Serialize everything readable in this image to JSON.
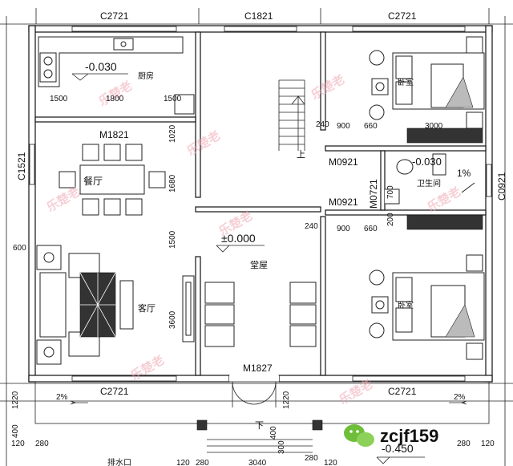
{
  "labels": {
    "win_top_left": "C2721",
    "win_top_mid": "C1821",
    "win_top_right": "C2721",
    "win_bottom_left": "C2721",
    "win_bottom_right": "C2721",
    "win_left": "C1521",
    "win_right": "C0921",
    "win_bath": "M0721",
    "door_dining": "M1821",
    "door_bed1": "M0921",
    "door_bed2": "M0921",
    "door_main": "M1827",
    "elev_kitchen": "-0.030",
    "elev_bath": "-0.030",
    "elev_hall": "±0.000",
    "elev_outside": "-0.450"
  },
  "rooms": {
    "kitchen": "厨房",
    "dining": "餐厅",
    "living": "客厅",
    "hall": "堂屋",
    "bed1": "卧室",
    "bed2": "卧室",
    "bath": "卫生间",
    "stair_up": "上",
    "step_down": "下",
    "drain": "排水口"
  },
  "dims": {
    "k1": "1500",
    "k2": "1800",
    "k3": "1500",
    "v1020": "1020",
    "v1680": "1680",
    "v1500": "1500",
    "v3600": "3600",
    "v600": "600",
    "v1220a": "1220",
    "v1220b": "1220",
    "b240a": "240",
    "b900a": "900",
    "b660a": "660",
    "b3000": "3000",
    "b240b": "240",
    "b900b": "900",
    "b660b": "660",
    "b200": "200",
    "b700": "700",
    "bot120a": "120",
    "bot280a": "280",
    "bot400a": "400",
    "bot120b": "120",
    "bot280b": "280",
    "bot3040": "3040",
    "bot280c": "280",
    "bot120c": "120",
    "bot400b": "400",
    "bot300": "300",
    "bot280d": "280",
    "bot120d": "120"
  },
  "slopes": {
    "left": "2%",
    "right": "2%",
    "bath": "1%"
  },
  "watermarks": [
    "乐楚老",
    "乐楚老",
    "乐楚老",
    "乐楚老",
    "乐楚老",
    "乐楚老",
    "乐楚老",
    "乐楚老"
  ],
  "social": {
    "handle": "zcjf159"
  }
}
